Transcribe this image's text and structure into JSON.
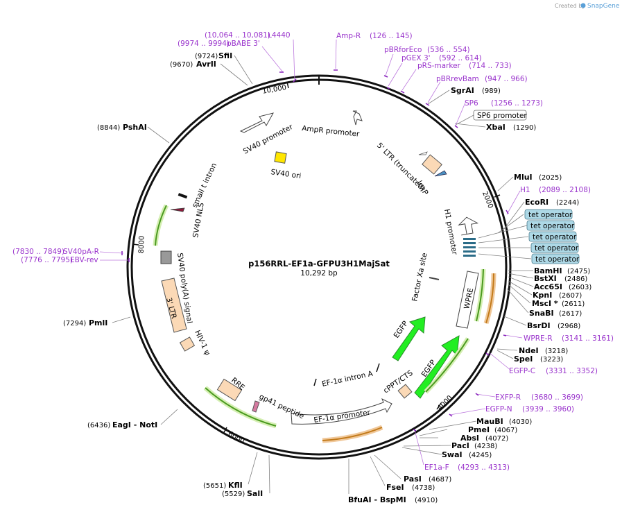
{
  "credit": {
    "prefix": "Created by",
    "brand": "SnapGene"
  },
  "plasmid": {
    "name": "p156RRL-EF1a-GFPU3H1MajSat",
    "length": "10,292 bp"
  },
  "ticks": [
    "2000",
    "4000",
    "6000",
    "8000",
    "10,000"
  ],
  "enzymes": [
    {
      "name": "SfiI",
      "pos": "(9724)"
    },
    {
      "name": "AvrII",
      "pos": "(9670)"
    },
    {
      "name": "PshAI",
      "pos": "(8844)"
    },
    {
      "name": "PmlI",
      "pos": "(7294)"
    },
    {
      "name": "EagI",
      "pos": "(6436)",
      "suffix": " - NotI"
    },
    {
      "name": "KflI",
      "pos": "(5651)"
    },
    {
      "name": "SalI",
      "pos": "(5529)"
    },
    {
      "name": "BfuAI",
      "pos": "(4910)",
      "suffix": " - BspMI"
    },
    {
      "name": "FseI",
      "pos": "(4738)"
    },
    {
      "name": "PasI",
      "pos": "(4687)"
    },
    {
      "name": "SwaI",
      "pos": "(4245)"
    },
    {
      "name": "PacI",
      "pos": "(4238)"
    },
    {
      "name": "AbsI",
      "pos": "(4072)"
    },
    {
      "name": "PmeI",
      "pos": "(4067)"
    },
    {
      "name": "MauBI",
      "pos": "(4030)"
    },
    {
      "name": "SpeI",
      "pos": "(3223)"
    },
    {
      "name": "NdeI",
      "pos": "(3218)"
    },
    {
      "name": "BsrDI",
      "pos": "(2968)"
    },
    {
      "name": "SnaBI",
      "pos": "(2617)"
    },
    {
      "name": "MscI *",
      "pos": "(2611)"
    },
    {
      "name": "KpnI",
      "pos": "(2607)"
    },
    {
      "name": "Acc65I",
      "pos": "(2603)"
    },
    {
      "name": "BstXI",
      "pos": "(2486)"
    },
    {
      "name": "BamHI",
      "pos": "(2475)"
    },
    {
      "name": "EcoRI",
      "pos": "(2244)"
    },
    {
      "name": "MluI",
      "pos": "(2025)"
    },
    {
      "name": "XbaI",
      "pos": "(1290)"
    },
    {
      "name": "SgrAI",
      "pos": "(989)"
    }
  ],
  "primers": [
    {
      "name": "L4440",
      "pos": "(10,064 .. 10,081)"
    },
    {
      "name": "pBABE 3'",
      "pos": "(9974 .. 9994)"
    },
    {
      "name": "Amp-R",
      "pos": "(126 .. 145)"
    },
    {
      "name": "pBRforEco",
      "pos": "(536 .. 554)"
    },
    {
      "name": "pGEX 3'",
      "pos": "(592 .. 614)"
    },
    {
      "name": "pRS-marker",
      "pos": "(714 .. 733)"
    },
    {
      "name": "pBRrevBam",
      "pos": "(947 .. 966)"
    },
    {
      "name": "SP6",
      "pos": "(1256 .. 1273)"
    },
    {
      "name": "H1",
      "pos": "(2089 .. 2108)"
    },
    {
      "name": "WPRE-R",
      "pos": "(3141 .. 3161)"
    },
    {
      "name": "EGFP-C",
      "pos": "(3331 .. 3352)"
    },
    {
      "name": "EXFP-R",
      "pos": "(3680 .. 3699)"
    },
    {
      "name": "EGFP-N",
      "pos": "(3939 .. 3960)"
    },
    {
      "name": "EF1a-F",
      "pos": "(4293 .. 4313)"
    },
    {
      "name": "SV40pA-R",
      "pos": "(7830 .. 7849)"
    },
    {
      "name": "EBV-rev",
      "pos": "(7776 .. 7795)"
    }
  ],
  "boxed": {
    "sp6_promoter": "SP6 promoter",
    "tet_operator": "tet operator"
  },
  "features": {
    "sv40_promoter": "SV40 promoter",
    "ampr_promoter": "AmpR promoter",
    "sv40_ori": "SV40 ori",
    "ltr5": "5' LTR (truncated)",
    "loxp": "loxP",
    "h1_promoter": "H1 promoter",
    "factor_xa": "Factor Xa site",
    "wpre": "WPRE",
    "egfp": "EGFP",
    "cppt": "cPPT/CTS",
    "ef1a_intron": "EF-1α intron A",
    "ef1a_promoter": "EF-1α promoter",
    "gp41": "gp41 peptide",
    "rre": "RRE",
    "hiv_psi": "HIV-1 ψ",
    "ltr3": "3' LTR",
    "sv40_polya": "SV40 poly(A) signal",
    "sv40_nls": "SV40 NLS",
    "small_t": "small t intron"
  }
}
